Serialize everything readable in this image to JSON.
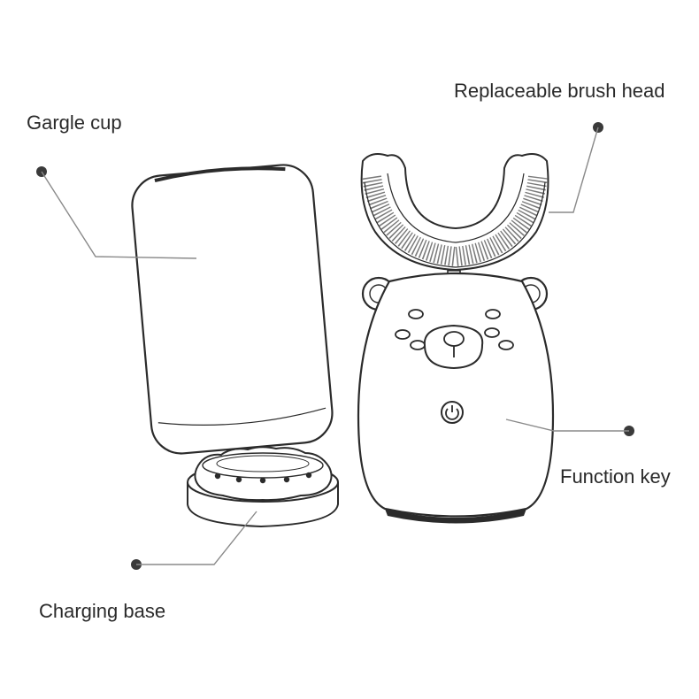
{
  "labels": {
    "gargle_cup": "Gargle cup",
    "brush_head": "Replaceable brush head",
    "function_key": "Function key",
    "charging_base": "Charging base"
  },
  "colors": {
    "stroke": "#2b2b2b",
    "leader": "#8a8a8a",
    "dot": "#3a3a3a",
    "fill": "#ffffff"
  },
  "icons": {
    "power": "power-icon"
  }
}
